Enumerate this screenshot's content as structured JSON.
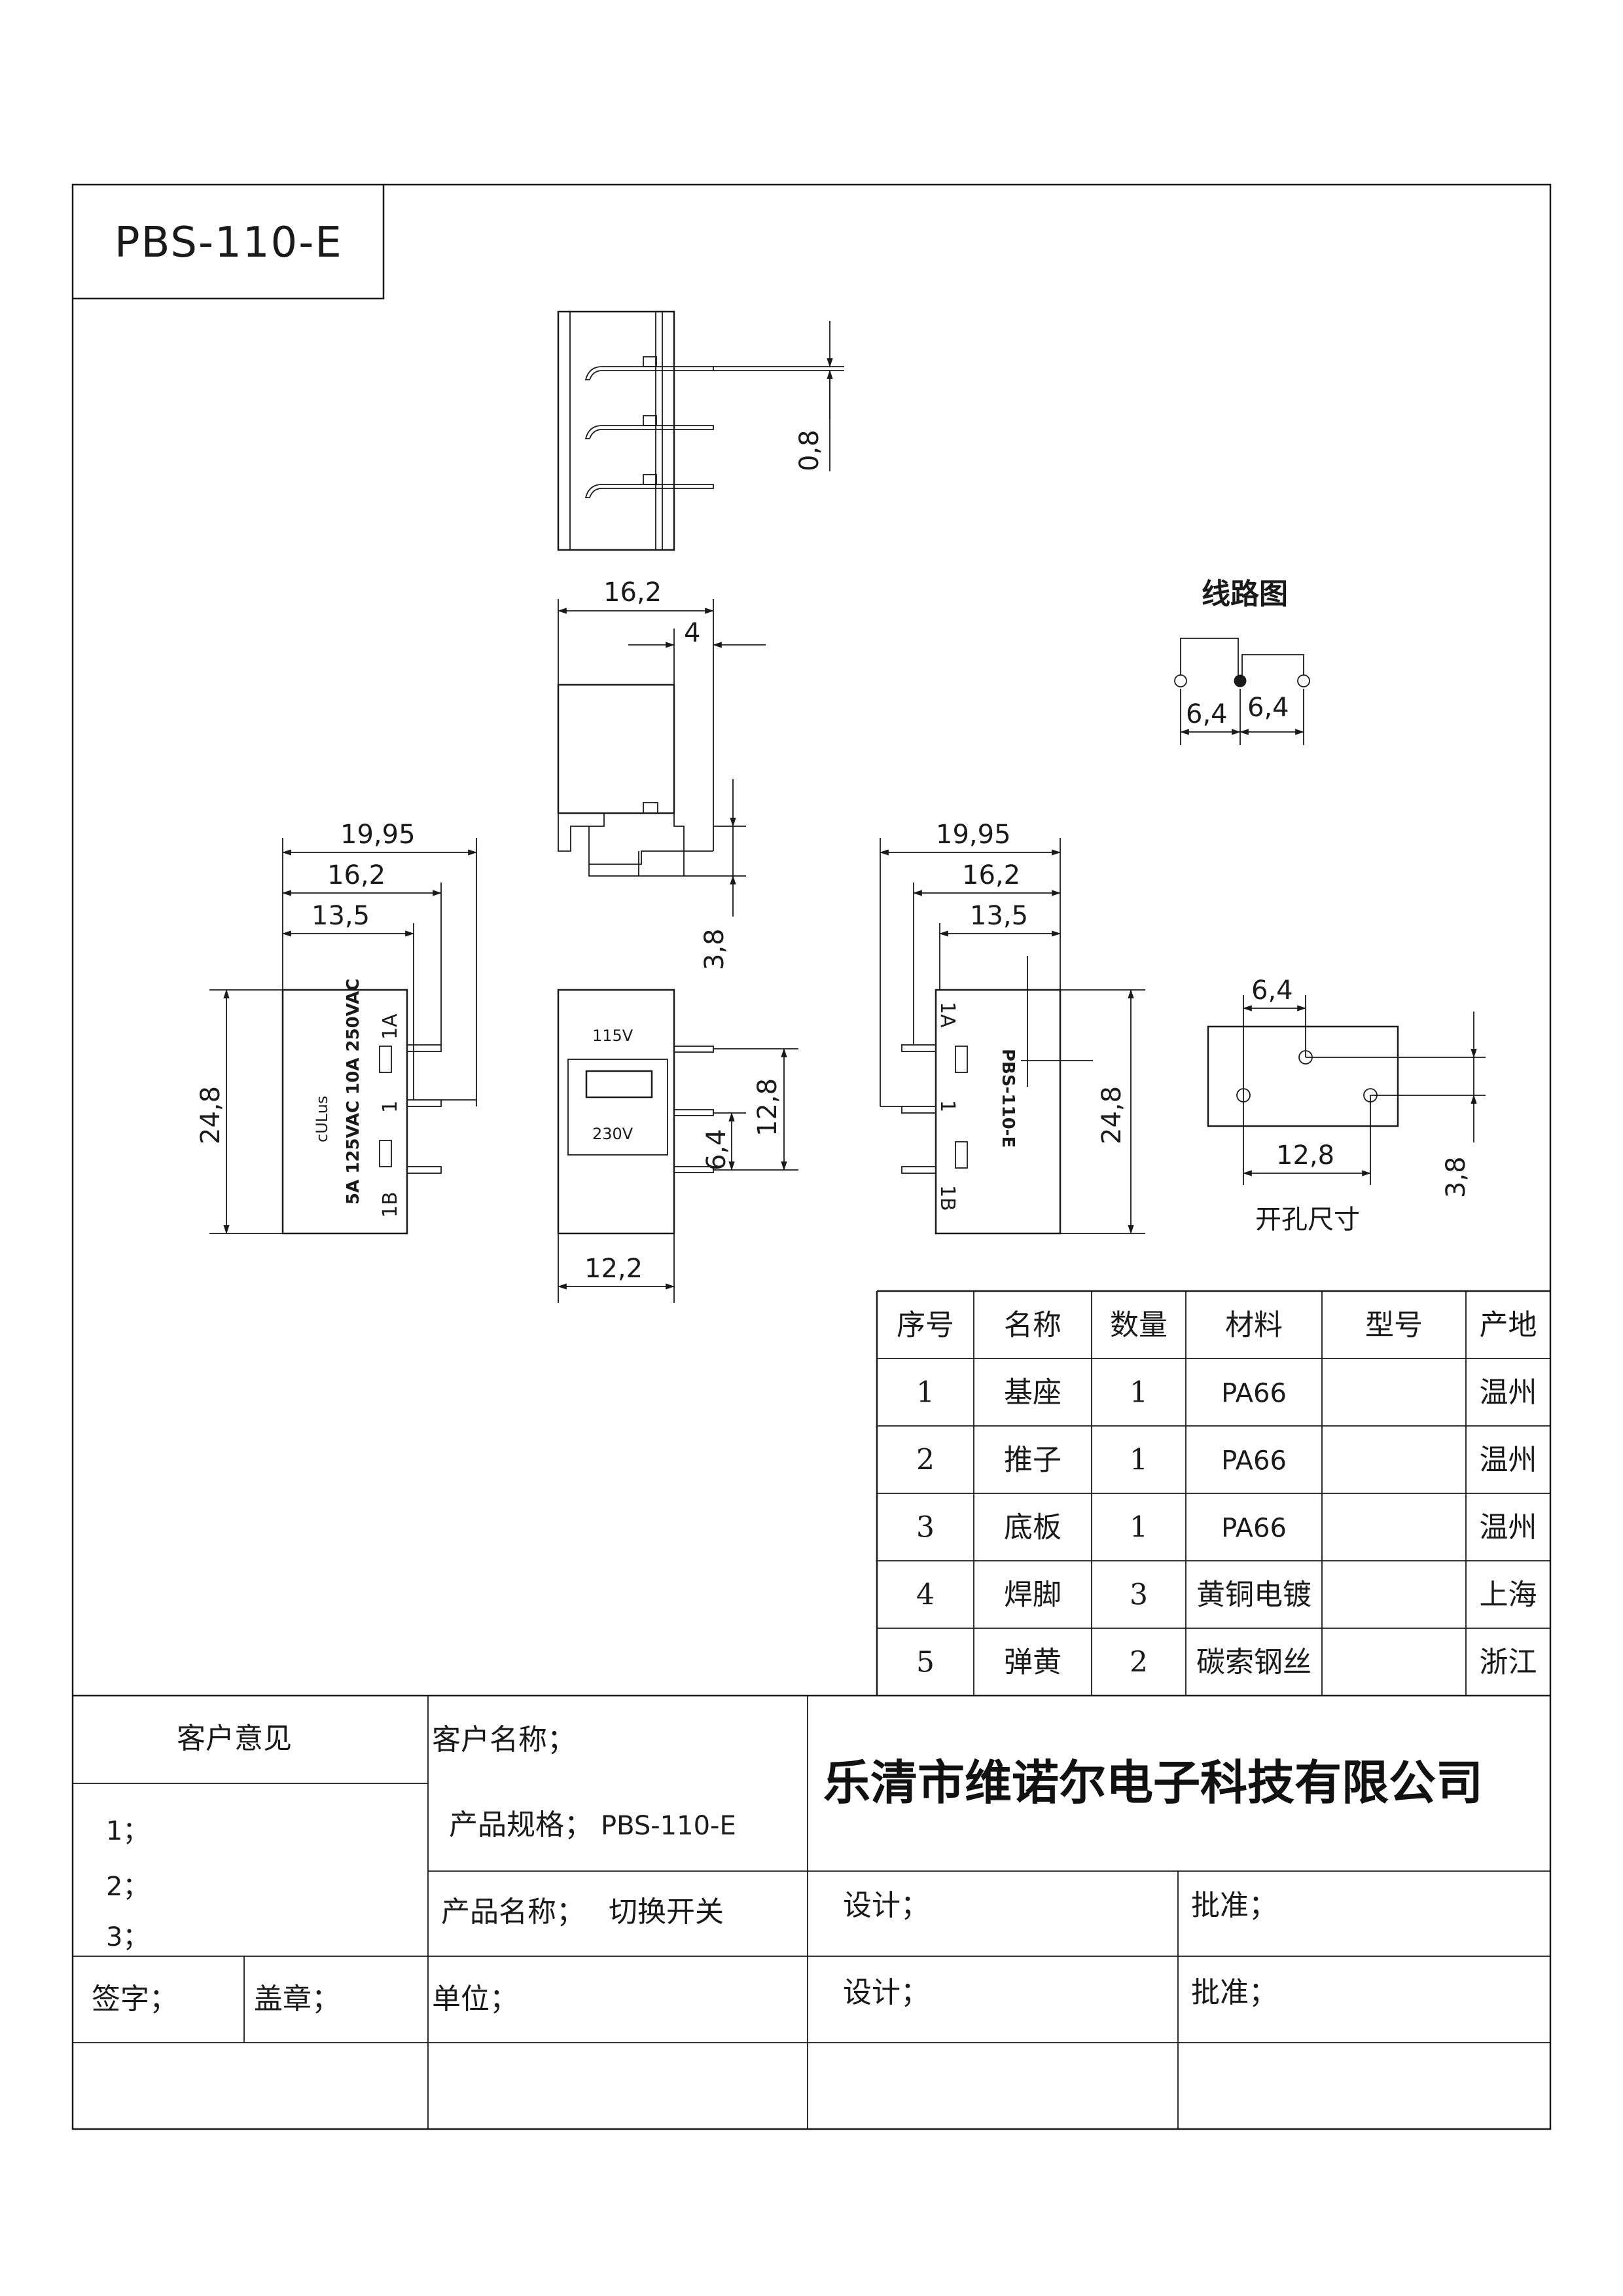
{
  "title_block": {
    "model": "PBS-110-E"
  },
  "top_view": {
    "dim_pin_thickness": "0,8"
  },
  "side_view": {
    "dim_width": "16,2",
    "dim_offset": "4",
    "dim_pin_pitch": "3,8"
  },
  "left_view": {
    "dim_overall": "19,95",
    "dim_mid": "16,2",
    "dim_inner": "13,5",
    "dim_height": "24,8",
    "label_1a": "1A",
    "label_1": "1",
    "label_1b": "1B",
    "marking_line1": "5A 125VAC 10A 250VAC",
    "marking_mark": "cULus"
  },
  "front_view": {
    "voltage_top": "115V",
    "voltage_bottom": "230V",
    "dim_width": "12,2",
    "dim_pitch_large": "12,8",
    "dim_pitch_small": "6,4"
  },
  "right_view": {
    "dim_overall": "19,95",
    "dim_mid": "16,2",
    "dim_inner": "13,5",
    "dim_height": "24,8",
    "label_1a": "1A",
    "label_1": "1",
    "label_1b": "1B",
    "model_marking": "PBS-110-E"
  },
  "circuit": {
    "title": "线路图",
    "dim_left": "6,4",
    "dim_right": "6,4"
  },
  "hole": {
    "dim_top": "6,4",
    "dim_bottom": "12,8",
    "dim_side": "3,8",
    "caption": "开孔尺寸"
  },
  "bom": {
    "headers": [
      "序号",
      "名称",
      "数量",
      "材料",
      "型号",
      "产地"
    ],
    "rows": [
      [
        "1",
        "基座",
        "1",
        "PA66",
        "",
        "温州"
      ],
      [
        "2",
        "推子",
        "1",
        "PA66",
        "",
        "温州"
      ],
      [
        "3",
        "底板",
        "1",
        "PA66",
        "",
        "温州"
      ],
      [
        "4",
        "焊脚",
        "3",
        "黄铜电镀",
        "",
        "上海"
      ],
      [
        "5",
        "弹黄",
        "2",
        "碳索钢丝",
        "",
        "浙江"
      ]
    ]
  },
  "footer": {
    "customer_opinion": "客户意见",
    "opinion_1": "1；",
    "opinion_2": "2；",
    "opinion_3": "3；",
    "sign": "签字；",
    "seal": "盖章；",
    "customer_name": "客户名称；",
    "spec_label": "产品规格；",
    "spec_value": "PBS-110-E",
    "product_name_label": "产品名称；",
    "product_name_value": "切换开关",
    "unit": "单位；",
    "company": "乐清市维诺尔电子科技有限公司",
    "design_1": "设计；",
    "approve_1": "批准；",
    "design_2": "设计；",
    "approve_2": "批准；"
  }
}
